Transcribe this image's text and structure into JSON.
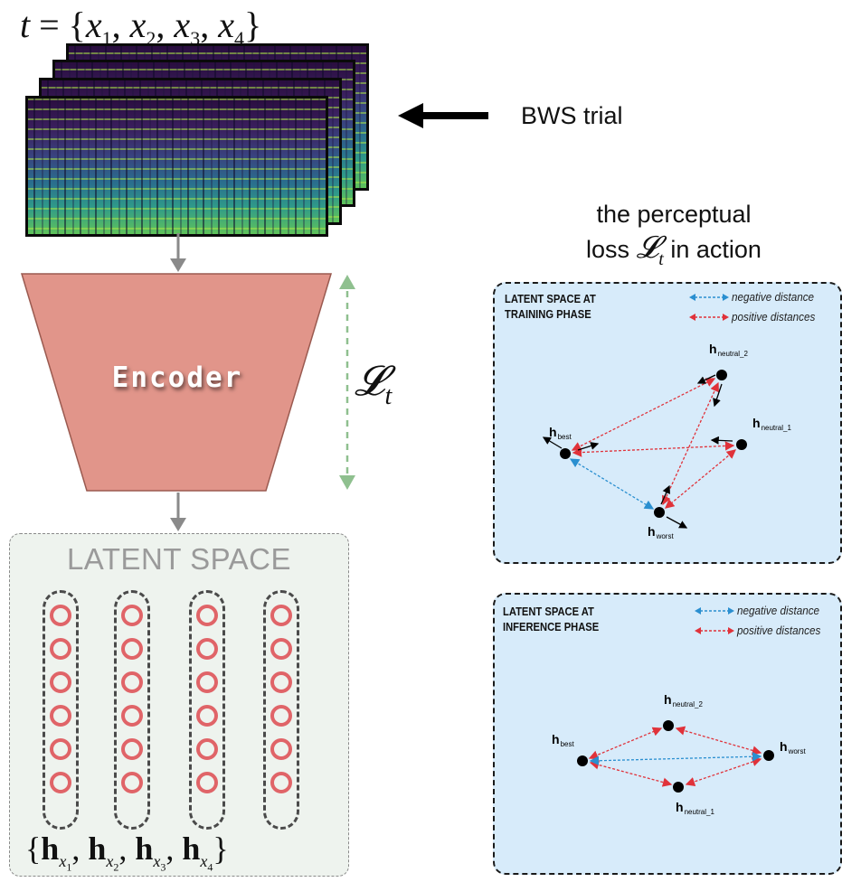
{
  "trial_formula": {
    "lhs": "t",
    "items": [
      "x",
      "x",
      "x",
      "x"
    ],
    "subscripts": [
      "1",
      "2",
      "3",
      "4"
    ]
  },
  "bws_label": "BWS trial",
  "encoder_label": "Encoder",
  "loss_symbol": "𝓛",
  "loss_subscript": "t",
  "perceptual_caption": {
    "line1": "the perceptual",
    "line2_prefix": "loss",
    "line2_suffix": "in action"
  },
  "latent_space": {
    "title": "LATENT SPACE",
    "columns": 4,
    "units_per_column": 6,
    "embedding_prefix": "h",
    "embedding_var": "x",
    "embedding_subscripts": [
      "1",
      "2",
      "3",
      "4"
    ]
  },
  "training_panel": {
    "title": "LATENT SPACE AT\nTRAINING PHASE",
    "legend_negative": "negative distance",
    "legend_positive": "positive distances",
    "nodes": {
      "best": {
        "h": "h",
        "sub": "best"
      },
      "worst": {
        "h": "h",
        "sub": "worst"
      },
      "neutral_1": {
        "h": "h",
        "sub": "neutral_1"
      },
      "neutral_2": {
        "h": "h",
        "sub": "neutral_2"
      }
    }
  },
  "inference_panel": {
    "title": "LATENT SPACE AT\nINFERENCE PHASE",
    "legend_negative": "negative distance",
    "legend_positive": "positive distances",
    "nodes": {
      "best": {
        "h": "h",
        "sub": "best"
      },
      "worst": {
        "h": "h",
        "sub": "worst"
      },
      "neutral_1": {
        "h": "h",
        "sub": "neutral_1"
      },
      "neutral_2": {
        "h": "h",
        "sub": "neutral_2"
      }
    }
  },
  "colors": {
    "negative_distance": "#2a8fd0",
    "positive_distance": "#e0323a",
    "encoder_fill": "#e1958a",
    "latent_unit": "#e06468",
    "panel_fill": "#d7ebfa",
    "loss_arrow": "#8fc08f",
    "flow_arrow": "#8a8a8a"
  }
}
